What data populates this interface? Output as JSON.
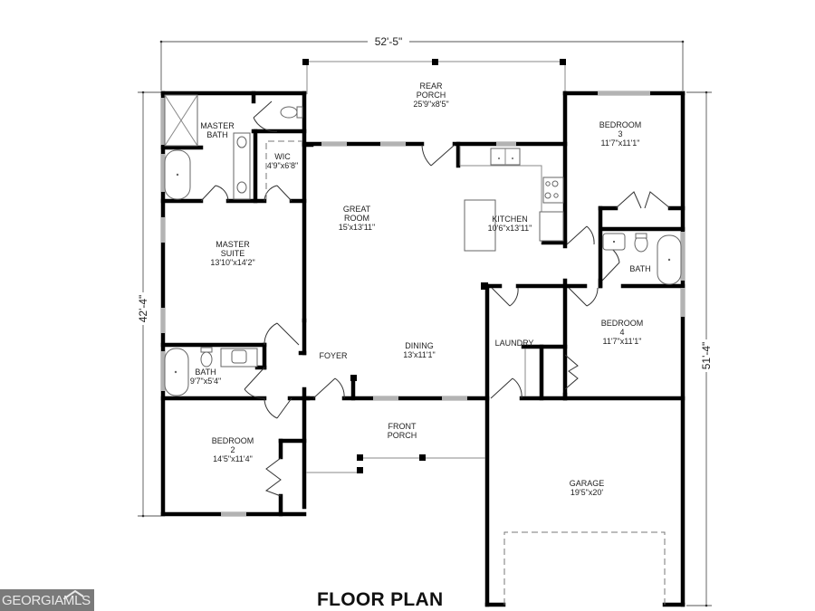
{
  "title": "FLOOR PLAN",
  "logo": {
    "text": "GEORGIAMLS",
    "brand": "GEORGIA",
    "suffix": "MLS",
    "color": "#7a7a7a"
  },
  "dimensions": {
    "overall_width": "52'-5\"",
    "left_depth": "42'-4\"",
    "right_depth": "51'-4\""
  },
  "rooms": {
    "rear_porch": {
      "name_line1": "REAR",
      "name_line2": "PORCH",
      "size": "25'9\"x8'5\""
    },
    "master_bath": {
      "name_line1": "MASTER",
      "name_line2": "BATH"
    },
    "wic": {
      "name": "WIC",
      "size": "4'9\"x6'8\""
    },
    "great_room": {
      "name_line1": "GREAT",
      "name_line2": "ROOM",
      "size": "15'x13'11\""
    },
    "kitchen": {
      "name": "KITCHEN",
      "size": "10'6\"x13'11\""
    },
    "bedroom3": {
      "name": "BEDROOM",
      "number": "3",
      "size": "11'7\"x11'1\""
    },
    "bath_right": {
      "name": "BATH"
    },
    "master_suite": {
      "name_line1": "MASTER",
      "name_line2": "SUITE",
      "size": "13'10\"x14'2\""
    },
    "bath_left": {
      "name": "BATH",
      "size": "9'7\"x5'4\""
    },
    "foyer": {
      "name": "FOYER"
    },
    "dining": {
      "name": "DINING",
      "size": "13'x11'1\""
    },
    "laundry": {
      "name": "LAUNDRY"
    },
    "bedroom4": {
      "name": "BEDROOM",
      "number": "4",
      "size": "11'7\"x11'1\""
    },
    "bedroom2": {
      "name": "BEDROOM",
      "number": "2",
      "size": "14'5\"x11'4\""
    },
    "front_porch": {
      "name_line1": "FRONT",
      "name_line2": "PORCH"
    },
    "garage": {
      "name": "GARAGE",
      "size": "19'5\"x20'"
    }
  }
}
